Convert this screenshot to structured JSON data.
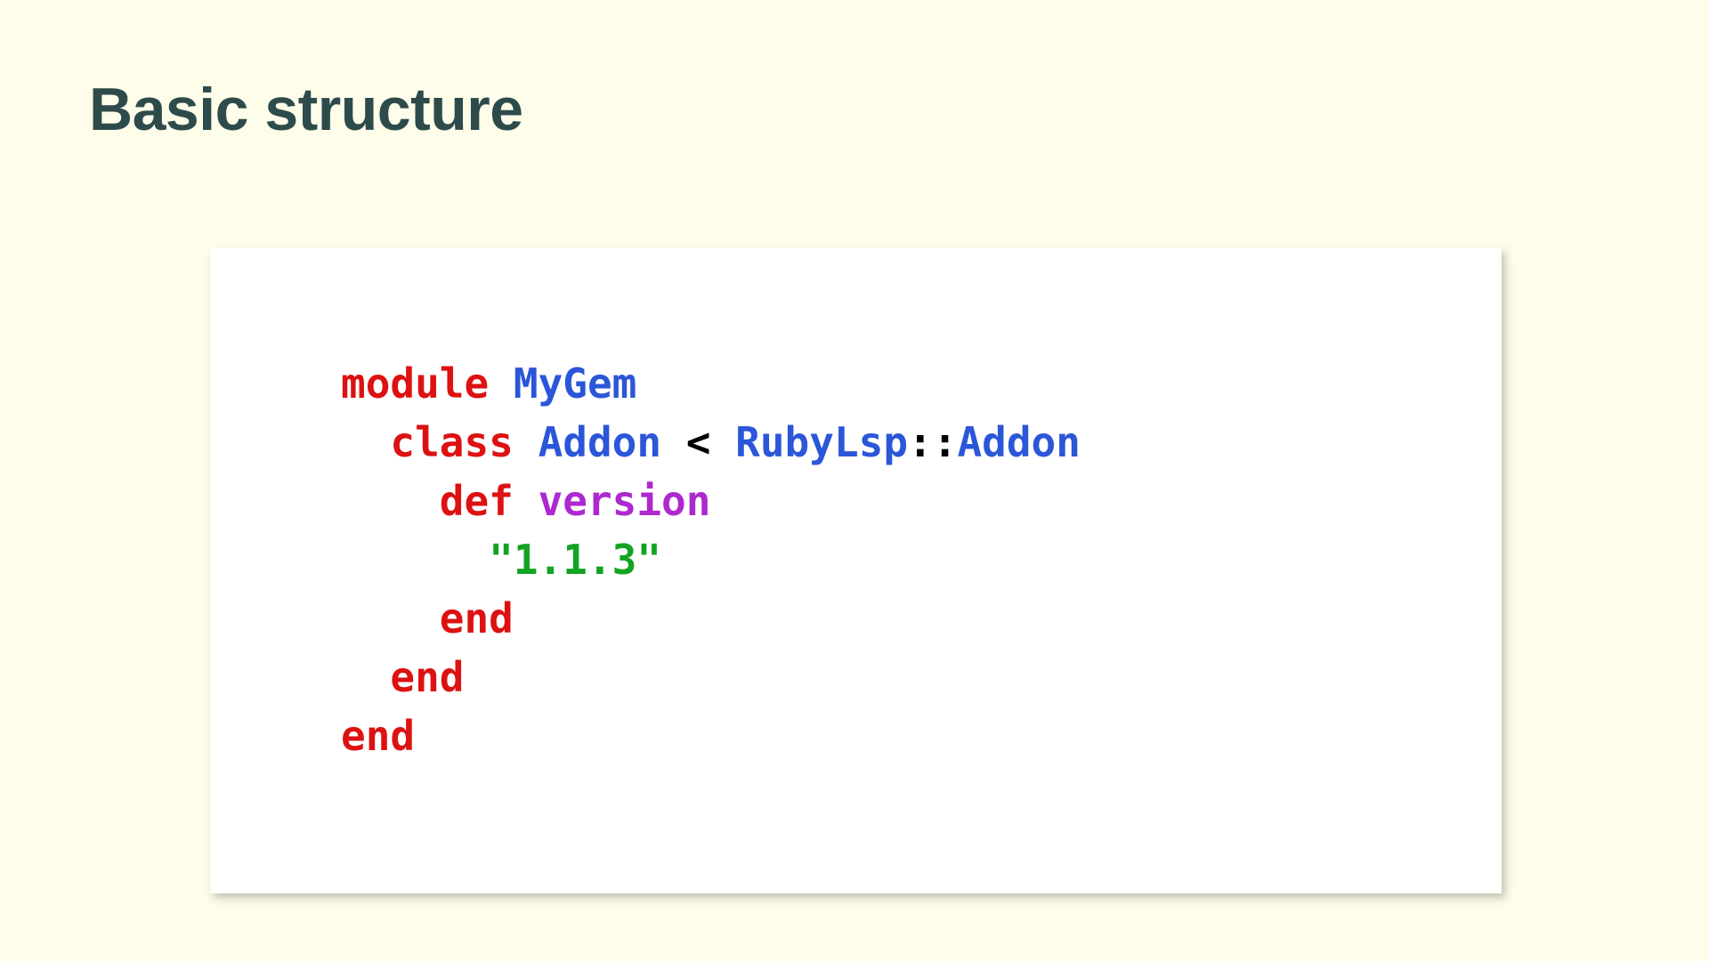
{
  "slide": {
    "title": "Basic structure",
    "background_color": "#fdfdea",
    "title_color": "#2e4b4b"
  },
  "code_card": {
    "background_color": "#ffffff",
    "language": "ruby",
    "palette": {
      "keyword": "#dd1111",
      "constant": "#2b56d8",
      "method": "#ad28cf",
      "string": "#13a322",
      "operator": "#000000"
    },
    "raw_code": "module MyGem\n  class Addon < RubyLsp::Addon\n    def version\n      \"1.1.3\"\n    end\n  end\nend",
    "lines": [
      {
        "indent": "",
        "tokens": [
          {
            "text": "module",
            "type": "keyword"
          },
          {
            "text": " ",
            "type": "plain"
          },
          {
            "text": "MyGem",
            "type": "constant"
          }
        ]
      },
      {
        "indent": "  ",
        "tokens": [
          {
            "text": "class",
            "type": "keyword"
          },
          {
            "text": " ",
            "type": "plain"
          },
          {
            "text": "Addon",
            "type": "constant"
          },
          {
            "text": " ",
            "type": "plain"
          },
          {
            "text": "<",
            "type": "operator"
          },
          {
            "text": " ",
            "type": "plain"
          },
          {
            "text": "RubyLsp",
            "type": "constant"
          },
          {
            "text": "::",
            "type": "operator"
          },
          {
            "text": "Addon",
            "type": "constant"
          }
        ]
      },
      {
        "indent": "    ",
        "tokens": [
          {
            "text": "def",
            "type": "keyword"
          },
          {
            "text": " ",
            "type": "plain"
          },
          {
            "text": "version",
            "type": "method"
          }
        ]
      },
      {
        "indent": "      ",
        "tokens": [
          {
            "text": "\"1.1.3\"",
            "type": "string"
          }
        ]
      },
      {
        "indent": "    ",
        "tokens": [
          {
            "text": "end",
            "type": "keyword"
          }
        ]
      },
      {
        "indent": "  ",
        "tokens": [
          {
            "text": "end",
            "type": "keyword"
          }
        ]
      },
      {
        "indent": "",
        "tokens": [
          {
            "text": "end",
            "type": "keyword"
          }
        ]
      }
    ]
  }
}
